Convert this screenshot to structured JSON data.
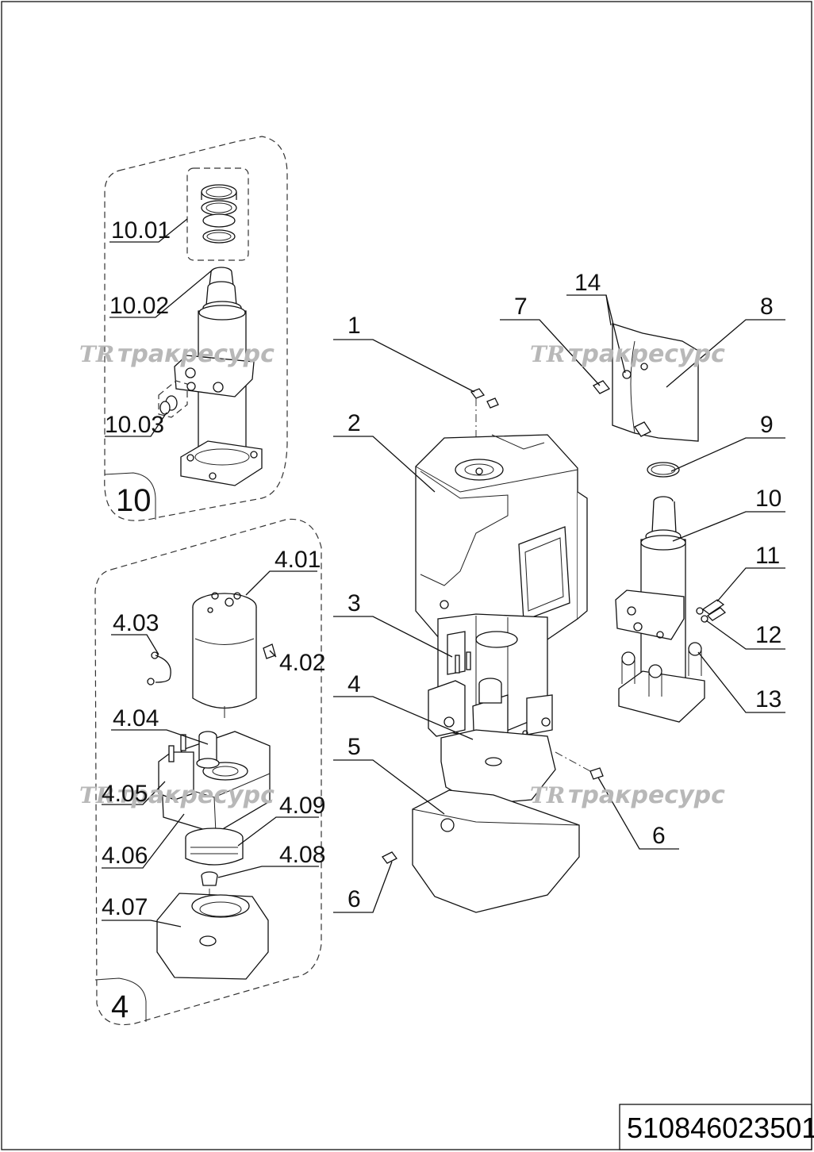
{
  "drawing_number": "510846023501",
  "watermark": {
    "logo": "TR",
    "text": "тракресурс"
  },
  "groups": [
    {
      "id": "10",
      "label": "10"
    },
    {
      "id": "4",
      "label": "4"
    }
  ],
  "callouts": {
    "detail_10": [
      "10.01",
      "10.02",
      "10.03"
    ],
    "detail_4": [
      "4.01",
      "4.02",
      "4.03",
      "4.04",
      "4.05",
      "4.06",
      "4.07",
      "4.08",
      "4.09"
    ],
    "main": [
      "1",
      "2",
      "3",
      "4",
      "5",
      "6",
      "6",
      "7",
      "8",
      "9",
      "10",
      "11",
      "12",
      "13",
      "14"
    ]
  }
}
